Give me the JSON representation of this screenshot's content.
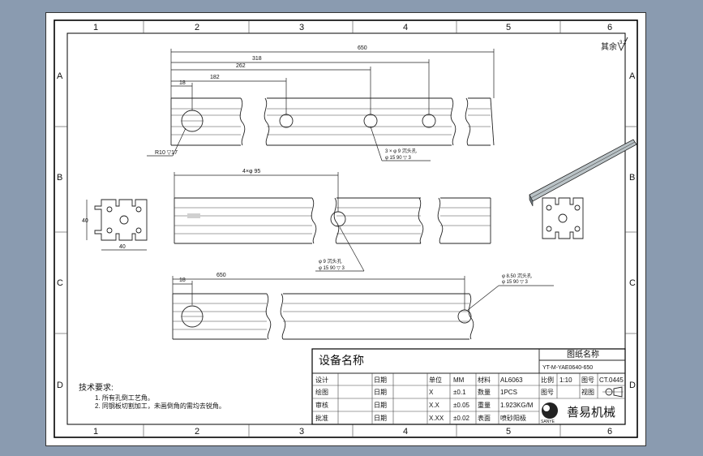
{
  "border_columns": [
    "1",
    "2",
    "3",
    "4",
    "5",
    "6"
  ],
  "border_rows": [
    "A",
    "B",
    "C",
    "D"
  ],
  "roughness": {
    "label": "其余",
    "value": "3.2"
  },
  "view_top": {
    "dims": [
      "650",
      "318",
      "262",
      "182",
      "18"
    ],
    "note_left": "R10 ▽17",
    "hole_note_1": "3 × φ 9 沉头孔",
    "hole_note_2": "φ 15 90 ▽ 3"
  },
  "view_mid": {
    "dim": "4×φ 95",
    "hole_note_1": "φ 9 沉头孔",
    "hole_note_2": "φ 15 90 ▽ 3"
  },
  "section_left": {
    "dim_h": "40",
    "dim_w": "40"
  },
  "view_bottom": {
    "dims": [
      "650",
      "18"
    ],
    "hole_note_1": "φ 8.50 沉头孔",
    "hole_note_2": "φ 15 90 ▽ 3"
  },
  "tech_req": {
    "title": "技术要求:",
    "items": [
      "1. 所有孔倒工艺角。",
      "2. 同钢板切割加工，未画倒角的需均去锐角。"
    ]
  },
  "title_block": {
    "device_name": "设备名称",
    "drawing_name_label": "图纸名称",
    "drawing_code": "YT-M-YAE0640-650",
    "rows": [
      {
        "role": "设计",
        "date": "日期",
        "qty_label": "单位",
        "qty": "MM",
        "mat_label": "材料",
        "mat": "AL6063"
      },
      {
        "role": "绘图",
        "date": "日期",
        "qty_label": "X",
        "qty": "±0.1",
        "mat_label": "数量",
        "mat": "1PCS"
      },
      {
        "role": "审核",
        "date": "日期",
        "qty_label": "X.X",
        "qty": "±0.05",
        "mat_label": "重量",
        "mat": "1.923KG/M"
      },
      {
        "role": "批准",
        "date": "日期",
        "qty_label": "X.XX",
        "qty": "±0.02",
        "mat_label": "表面",
        "mat": "喷砂阳极"
      }
    ],
    "scale_label": "比例",
    "scale": "1:10",
    "unit_label": "图号",
    "sheet_label": "视图",
    "code": "CT.0445",
    "company": "善易机械",
    "logo_text": "SANYE"
  }
}
